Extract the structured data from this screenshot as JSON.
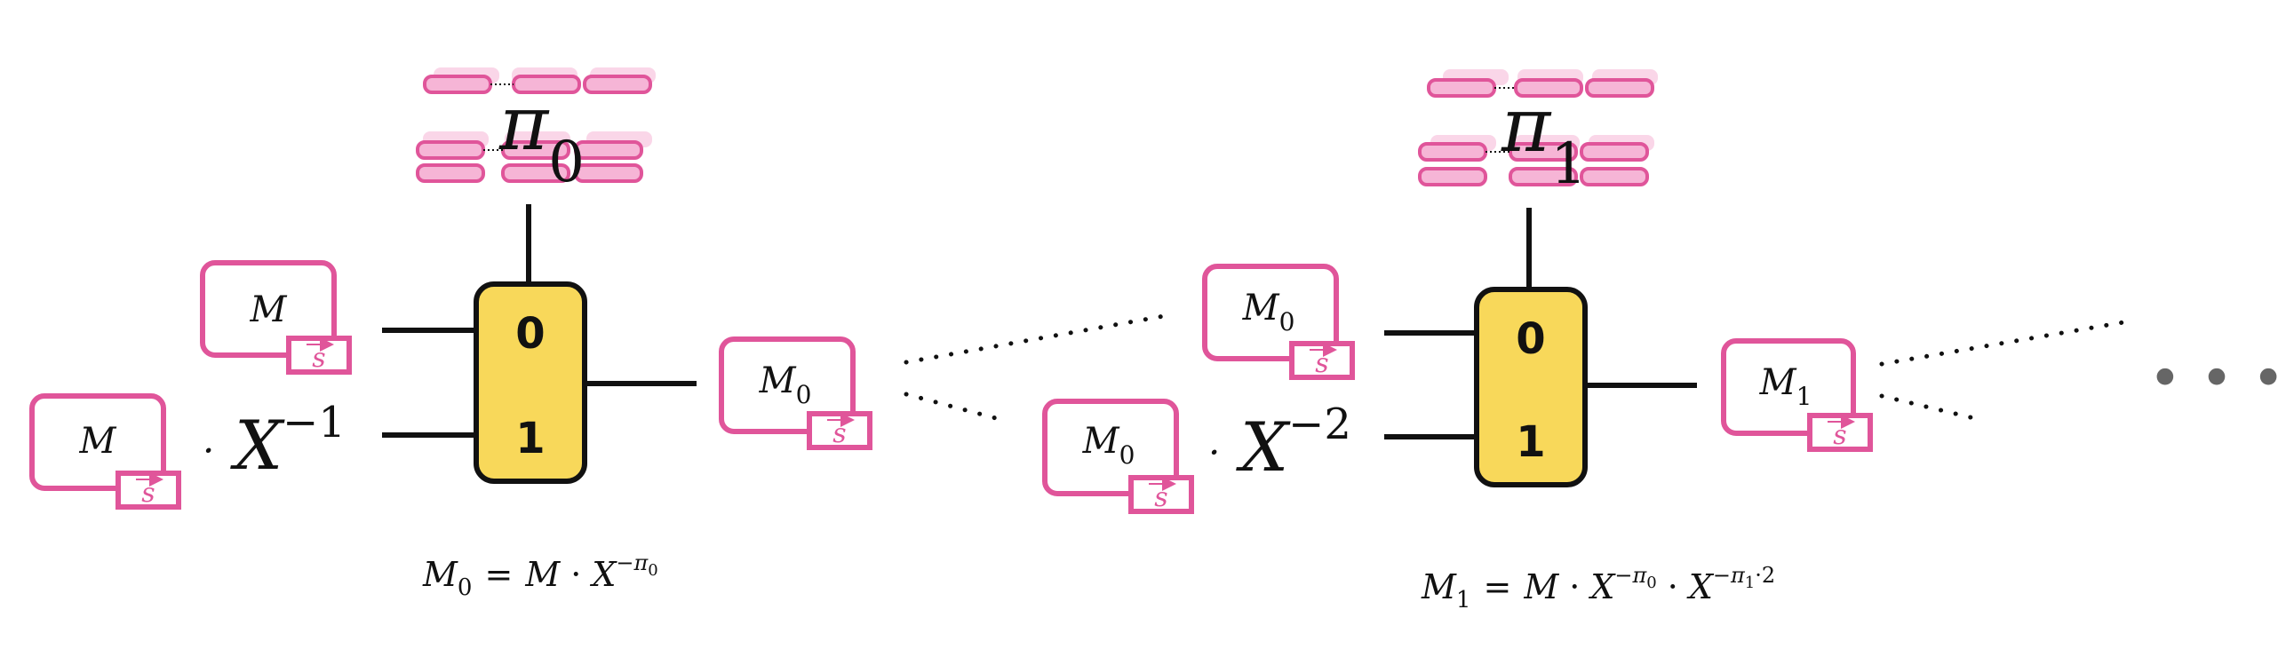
{
  "colors": {
    "accent_pink": "#e0559a",
    "pink_fill": "#f6b5d6",
    "mux_fill": "#f8d85a",
    "ink": "#111111",
    "ellipsis": "#666666"
  },
  "stage0": {
    "permutation_label": "π",
    "permutation_sub": "0",
    "input_top": {
      "label": "M",
      "sub": "",
      "key": "s"
    },
    "input_bottom": {
      "label": "M",
      "sub": "",
      "key": "s"
    },
    "rotation_dot": "·",
    "rotation_base": "X",
    "rotation_exp": "−1",
    "mux_bit_top": "0",
    "mux_bit_bottom": "1",
    "output": {
      "label": "M",
      "sub": "0",
      "key": "s"
    },
    "caption": {
      "lhs": "M",
      "lhs_sub": "0",
      "eq": "=",
      "m": "M",
      "dot": "·",
      "x": "X",
      "exp_pre": "−π",
      "exp_sub": "0"
    }
  },
  "stage1": {
    "permutation_label": "π",
    "permutation_sub": "1",
    "input_top": {
      "label": "M",
      "sub": "0",
      "key": "s"
    },
    "input_bottom": {
      "label": "M",
      "sub": "0",
      "key": "s"
    },
    "rotation_dot": "·",
    "rotation_base": "X",
    "rotation_exp": "−2",
    "mux_bit_top": "0",
    "mux_bit_bottom": "1",
    "output": {
      "label": "M",
      "sub": "1",
      "key": "s"
    },
    "caption": {
      "lhs": "M",
      "lhs_sub": "1",
      "eq": "=",
      "m": "M",
      "dot1": "·",
      "x1": "X",
      "exp1_pre": "−π",
      "exp1_sub": "0",
      "dot2": "·",
      "x2": "X",
      "exp2_pre": "−π",
      "exp2_sub": "1",
      "exp2_post": "·2"
    }
  },
  "continuation_ellipsis": "• • •"
}
